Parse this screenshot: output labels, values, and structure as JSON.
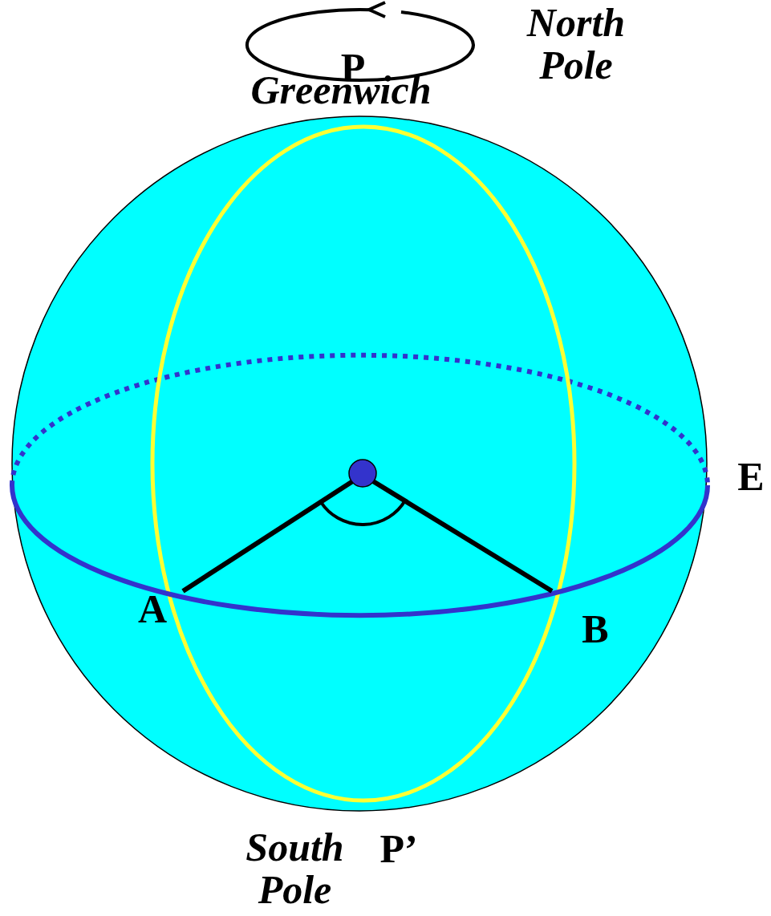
{
  "diagram": {
    "labels": [
      "North Pole",
      "P",
      "Greenwich",
      "E",
      "A",
      "B",
      "South Pole",
      "P’"
    ]
  }
}
